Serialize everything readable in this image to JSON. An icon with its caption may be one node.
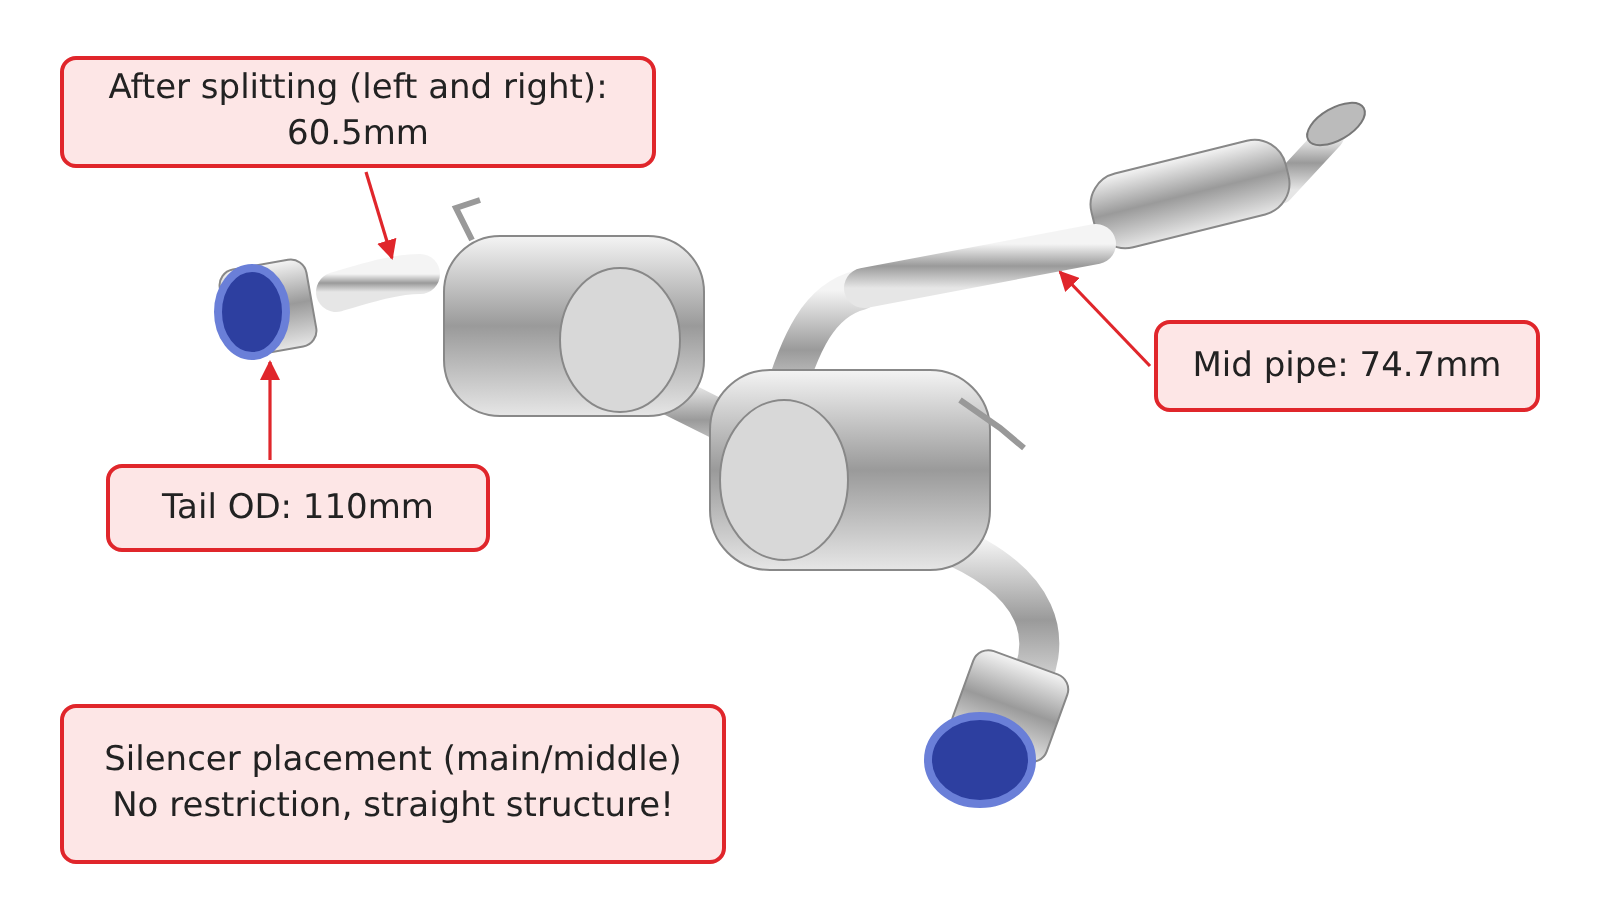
{
  "diagram": {
    "nodes": [
      {
        "text": [
          "After splitting (left and right): 60.5mm"
        ]
      },
      {
        "text": [
          "Mid pipe: 74.7mm"
        ]
      },
      {
        "text": [
          "Tail OD: 110mm"
        ]
      },
      {
        "text": [
          "Silencer placement (main/middle) No restriction, straight structure!"
        ]
      },
      {
        "text": [],
        "shape": "picture"
      },
      {
        "text": [],
        "shape": "picture"
      },
      {
        "text": [],
        "shape": "picture"
      }
    ],
    "edges": [
      {
        "from": 0,
        "to": 4,
        "arrow": "to"
      },
      {
        "from": 1,
        "to": 5,
        "arrow": "to"
      },
      {
        "from": 2,
        "to": 6,
        "arrow": "to"
      }
    ]
  }
}
